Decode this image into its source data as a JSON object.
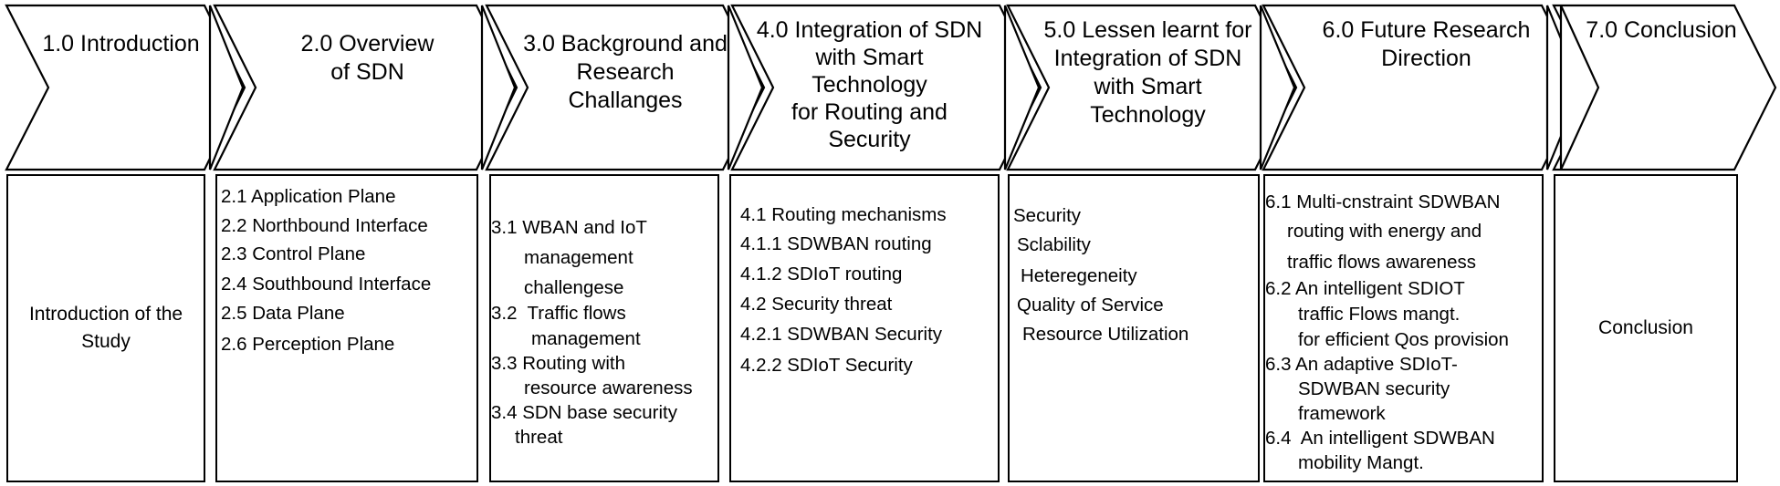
{
  "sections": [
    {
      "title": "1.0 Introduction",
      "items": [],
      "summary": "Introduction of the\nStudy"
    },
    {
      "title": "2.0 Overview\nof SDN",
      "items": [
        "2.1 Application Plane",
        "2.2 Northbound Interface",
        "2.3 Control Plane",
        "2.4 Southbound Interface",
        "2.5 Data Plane",
        "2.6 Perception Plane"
      ]
    },
    {
      "title": "3.0 Background and\nResearch\nChallanges",
      "items": [
        "3.1 WBAN and IoT",
        "management",
        "challengese",
        "3.2  Traffic flows",
        "management",
        "3.3 Routing with",
        "resource awareness",
        "3.4 SDN base security",
        "threat"
      ]
    },
    {
      "title": "4.0 Integration of SDN\nwith Smart\nTechnology\nfor Routing and\nSecurity",
      "items": [
        "4.1 Routing mechanisms",
        "4.1.1 SDWBAN routing",
        "4.1.2 SDIoT routing",
        "4.2 Security threat",
        "4.2.1 SDWBAN Security",
        "4.2.2 SDIoT Security"
      ]
    },
    {
      "title": "5.0 Lessen learnt for\nIntegration of SDN\nwith Smart\nTechnology",
      "items": [
        "Security",
        "Sclability",
        "Heteregeneity",
        "Quality of Service",
        "Resource Utilization"
      ]
    },
    {
      "title": "6.0 Future Research\nDirection",
      "items": [
        "6.1 Multi-cnstraint SDWBAN",
        "routing with energy and",
        "traffic flows awareness",
        "6.2 An intelligent SDIOT",
        "traffic Flows mangt.",
        "for efficient Qos provision",
        "6.3 An adaptive SDIoT-",
        "SDWBAN security",
        "framework",
        "6.4  An intelligent SDWBAN",
        "mobility Mangt."
      ]
    },
    {
      "title": "7.0 Conclusion",
      "items": [],
      "summary": "Conclusion"
    }
  ]
}
